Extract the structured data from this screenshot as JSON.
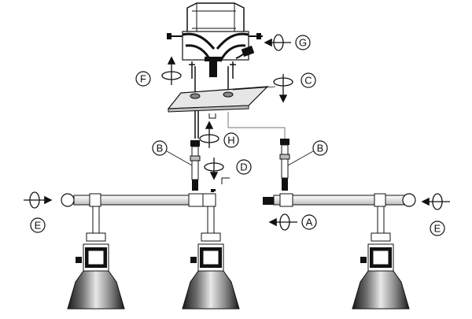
{
  "callouts": {
    "A": "A",
    "B1": "B",
    "B2": "B",
    "C": "C",
    "D": "D",
    "E1": "E",
    "E2": "E",
    "F": "F",
    "G": "G",
    "H": "H"
  },
  "colors": {
    "line": "#111111",
    "shade_dark": "#1a1a1a",
    "shade_mid": "#8a8a8a",
    "shade_light": "#d9d9d9",
    "plate": "#e6e6e6",
    "background": "#ffffff"
  }
}
